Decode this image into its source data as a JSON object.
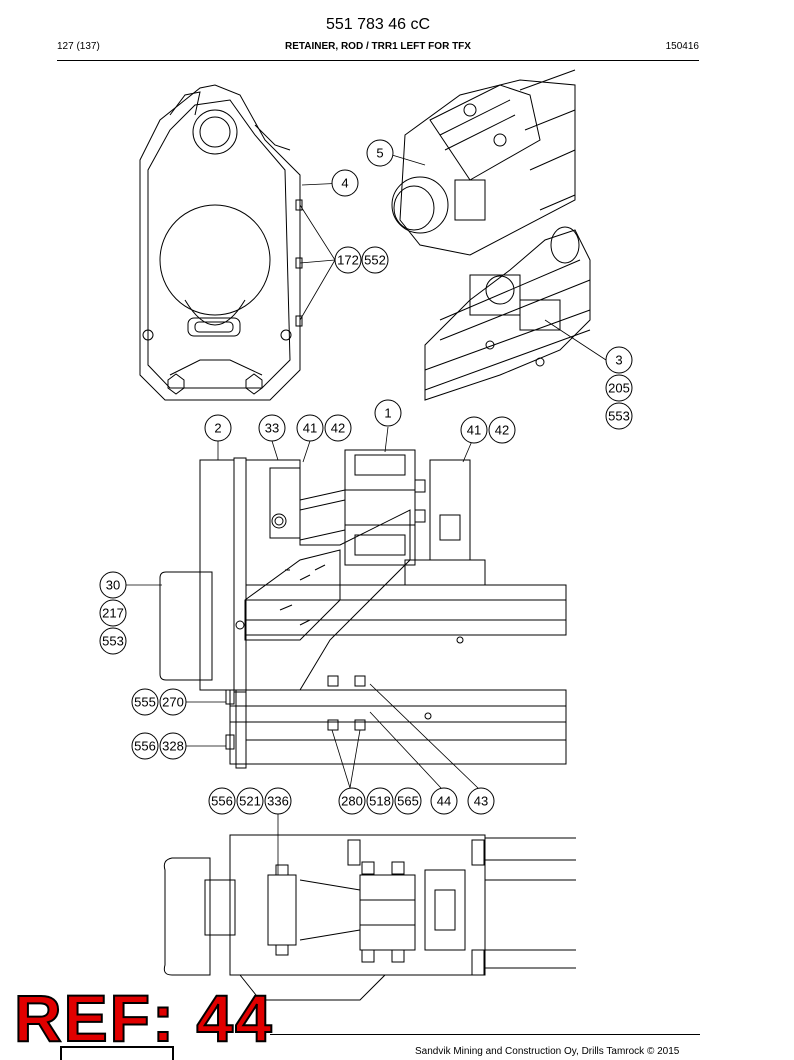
{
  "header": {
    "document_number": "551 783 46 cC",
    "page": "127 (137)",
    "title": "RETAINER, ROD / TRR1 LEFT FOR TFX",
    "code": "150416"
  },
  "callouts": [
    {
      "label": "5"
    },
    {
      "label": "4"
    },
    {
      "label": "172"
    },
    {
      "label": "552"
    },
    {
      "label": "3"
    },
    {
      "label": "205"
    },
    {
      "label": "553"
    },
    {
      "label": "1"
    },
    {
      "label": "2"
    },
    {
      "label": "33"
    },
    {
      "label": "41"
    },
    {
      "label": "42"
    },
    {
      "label": "41"
    },
    {
      "label": "42"
    },
    {
      "label": "30"
    },
    {
      "label": "217"
    },
    {
      "label": "553"
    },
    {
      "label": "555"
    },
    {
      "label": "270"
    },
    {
      "label": "556"
    },
    {
      "label": "328"
    },
    {
      "label": "556"
    },
    {
      "label": "521"
    },
    {
      "label": "336"
    },
    {
      "label": "280"
    },
    {
      "label": "518"
    },
    {
      "label": "565"
    },
    {
      "label": "44"
    },
    {
      "label": "43"
    }
  ],
  "stamp": {
    "text": "REF: 44",
    "color": "#e00000"
  },
  "footer": {
    "text": "Sandvik Mining and Construction Oy, Drills Tamrock © 2015"
  }
}
